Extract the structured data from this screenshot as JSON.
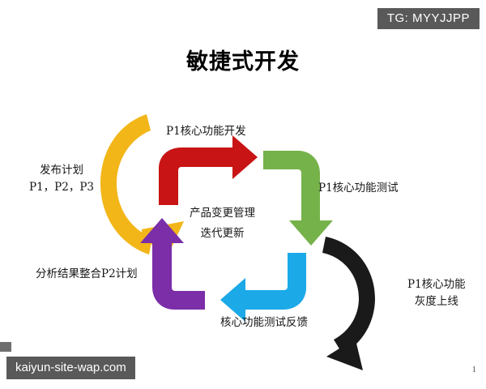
{
  "slide": {
    "title": "敏捷式开发",
    "page_number": "1",
    "background_color": "#ffffff"
  },
  "badges": {
    "telegram": {
      "text": "TG: MYYJJPP",
      "background_color": "#595959",
      "text_color": "#ffffff"
    },
    "watermark": {
      "text": "kaiyun-site-wap.com",
      "background_color": "#595959",
      "text_color": "#ffffff"
    }
  },
  "diagram": {
    "type": "cycle",
    "center_label": {
      "line1": "产品变更管理",
      "line2": "迭代更新"
    },
    "steps": [
      {
        "id": "release-plan",
        "label_line1": "发布计划",
        "label_line2": "P1，P2，P3",
        "arrow_name": "gold-curved-arrow",
        "color": "#F2B618",
        "shape": "curved-arc",
        "direction": "down-right"
      },
      {
        "id": "p1-core-development",
        "label_line1": "P1核心功能开发",
        "label_line2": "",
        "arrow_name": "red-elbow-arrow",
        "color": "#C81414",
        "shape": "elbow",
        "direction": "up-then-right"
      },
      {
        "id": "p1-core-testing",
        "label_line1": "P1核心功能测试",
        "label_line2": "",
        "arrow_name": "green-elbow-arrow",
        "color": "#76B24A",
        "shape": "elbow",
        "direction": "right-then-down"
      },
      {
        "id": "p1-core-gray-release",
        "label_line1": "P1核心功能",
        "label_line2": "灰度上线",
        "arrow_name": "black-curved-arrow",
        "color": "#1A1A1A",
        "shape": "curved-arc",
        "direction": "down-left"
      },
      {
        "id": "core-testing-feedback",
        "label_line1": "核心功能测试反馈",
        "label_line2": "",
        "arrow_name": "blue-elbow-arrow",
        "color": "#1BA9E8",
        "shape": "elbow",
        "direction": "down-then-left"
      },
      {
        "id": "analysis-p2-plan",
        "label_line1": "分析结果整合P2计划",
        "label_line2": "",
        "arrow_name": "purple-elbow-arrow",
        "color": "#7B2EA8",
        "shape": "elbow",
        "direction": "left-then-up"
      }
    ]
  }
}
